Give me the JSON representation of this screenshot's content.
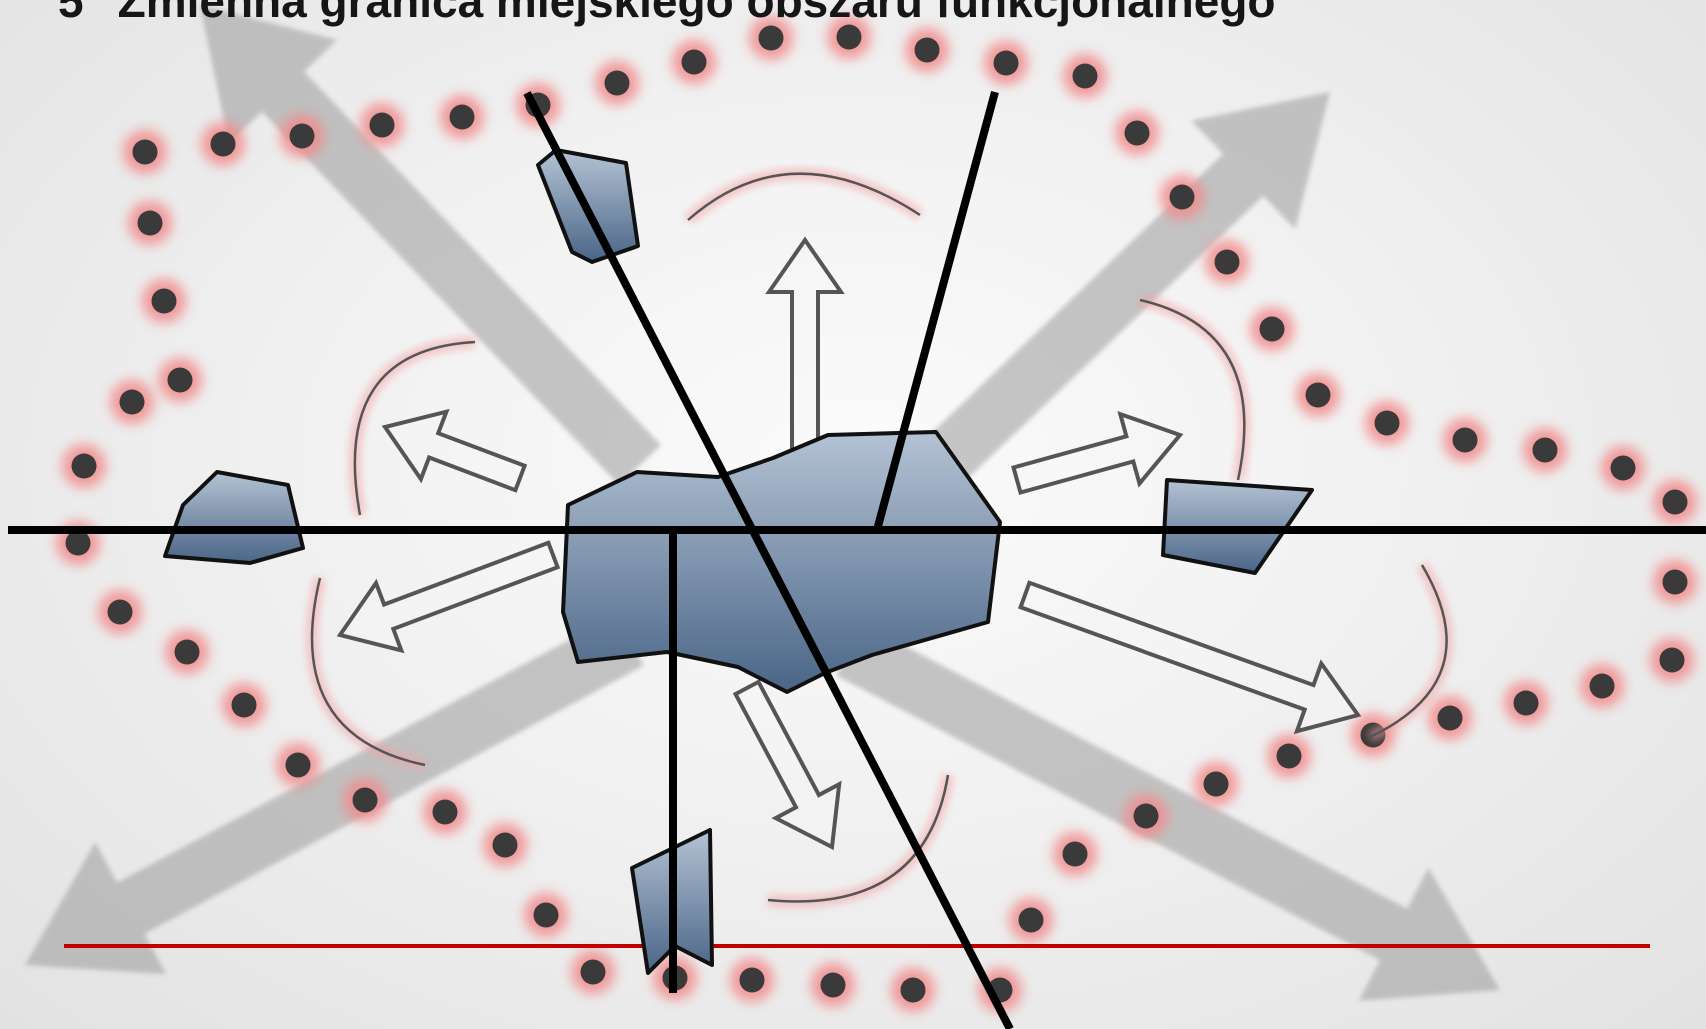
{
  "slide": {
    "number": "5",
    "title": "Zmienna granica miejskiego obszaru funkcjonalnego"
  },
  "colors": {
    "background": "#efefef",
    "shape_fill_top": "#b4c3d4",
    "shape_fill_bottom": "#4a6587",
    "shape_stroke": "#111111",
    "boundary_dot": "#3a3a3a",
    "boundary_glow": "#f28a8a",
    "big_arrow": "#9b9b9b",
    "small_arrow_stroke": "#555555",
    "transport_line": "#000000",
    "baseline": "#c00000"
  },
  "icons": {
    "big_arrow": "thick-gray-translucent-arrow",
    "small_arrow": "hollow-outlined-arrow",
    "boundary": "dotted-glowing-boundary",
    "settlement": "blue-polygon"
  }
}
